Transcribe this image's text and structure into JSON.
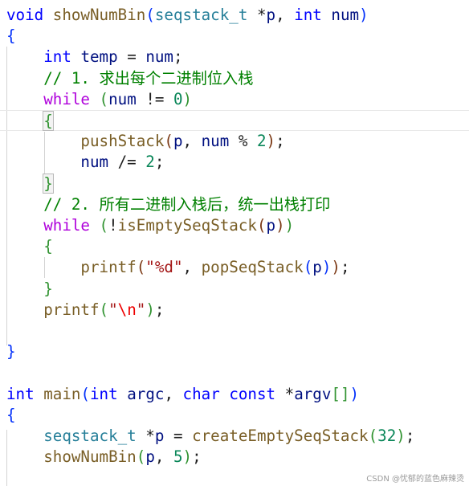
{
  "lines": [
    [
      {
        "c": "kw",
        "t": "void"
      },
      {
        "c": "",
        "t": " "
      },
      {
        "c": "fn",
        "t": "showNumBin"
      },
      {
        "c": "b1",
        "t": "("
      },
      {
        "c": "type",
        "t": "seqstack_t"
      },
      {
        "c": "",
        "t": " *"
      },
      {
        "c": "var",
        "t": "p"
      },
      {
        "c": "",
        "t": ", "
      },
      {
        "c": "kw",
        "t": "int"
      },
      {
        "c": "",
        "t": " "
      },
      {
        "c": "var",
        "t": "num"
      },
      {
        "c": "b1",
        "t": ")"
      }
    ],
    [
      {
        "c": "b1",
        "t": "{"
      }
    ],
    [
      {
        "c": "",
        "t": "    "
      },
      {
        "c": "kw",
        "t": "int"
      },
      {
        "c": "",
        "t": " "
      },
      {
        "c": "var",
        "t": "temp"
      },
      {
        "c": "",
        "t": " = "
      },
      {
        "c": "var",
        "t": "num"
      },
      {
        "c": "",
        "t": ";"
      }
    ],
    [
      {
        "c": "",
        "t": "    "
      },
      {
        "c": "cmt",
        "t": "// 1. 求出每个二进制位入栈"
      }
    ],
    [
      {
        "c": "",
        "t": "    "
      },
      {
        "c": "ctl",
        "t": "while"
      },
      {
        "c": "",
        "t": " "
      },
      {
        "c": "b2",
        "t": "("
      },
      {
        "c": "var",
        "t": "num"
      },
      {
        "c": "",
        "t": " != "
      },
      {
        "c": "num",
        "t": "0"
      },
      {
        "c": "b2",
        "t": ")"
      }
    ],
    [
      {
        "c": "",
        "t": "    "
      },
      {
        "c": "b2 bhl",
        "t": "{"
      }
    ],
    [
      {
        "c": "",
        "t": "        "
      },
      {
        "c": "fn",
        "t": "pushStack"
      },
      {
        "c": "b3",
        "t": "("
      },
      {
        "c": "var",
        "t": "p"
      },
      {
        "c": "",
        "t": ", "
      },
      {
        "c": "var",
        "t": "num"
      },
      {
        "c": "",
        "t": " % "
      },
      {
        "c": "num",
        "t": "2"
      },
      {
        "c": "b3",
        "t": ")"
      },
      {
        "c": "",
        "t": ";"
      }
    ],
    [
      {
        "c": "",
        "t": "        "
      },
      {
        "c": "var",
        "t": "num"
      },
      {
        "c": "",
        "t": " /= "
      },
      {
        "c": "num",
        "t": "2"
      },
      {
        "c": "",
        "t": ";"
      }
    ],
    [
      {
        "c": "",
        "t": "    "
      },
      {
        "c": "b2 bhl",
        "t": "}"
      }
    ],
    [
      {
        "c": "",
        "t": "    "
      },
      {
        "c": "cmt",
        "t": "// 2. 所有二进制入栈后，统一出栈打印"
      }
    ],
    [
      {
        "c": "",
        "t": "    "
      },
      {
        "c": "ctl",
        "t": "while"
      },
      {
        "c": "",
        "t": " "
      },
      {
        "c": "b2",
        "t": "("
      },
      {
        "c": "",
        "t": "!"
      },
      {
        "c": "fn",
        "t": "isEmptySeqStack"
      },
      {
        "c": "b3",
        "t": "("
      },
      {
        "c": "var",
        "t": "p"
      },
      {
        "c": "b3",
        "t": ")"
      },
      {
        "c": "b2",
        "t": ")"
      }
    ],
    [
      {
        "c": "",
        "t": "    "
      },
      {
        "c": "b2",
        "t": "{"
      }
    ],
    [
      {
        "c": "",
        "t": "        "
      },
      {
        "c": "fn",
        "t": "printf"
      },
      {
        "c": "b3",
        "t": "("
      },
      {
        "c": "str",
        "t": "\"%d\""
      },
      {
        "c": "",
        "t": ", "
      },
      {
        "c": "fn",
        "t": "popSeqStack"
      },
      {
        "c": "b1",
        "t": "("
      },
      {
        "c": "var",
        "t": "p"
      },
      {
        "c": "b1",
        "t": ")"
      },
      {
        "c": "b3",
        "t": ")"
      },
      {
        "c": "",
        "t": ";"
      }
    ],
    [
      {
        "c": "",
        "t": "    "
      },
      {
        "c": "b2",
        "t": "}"
      }
    ],
    [
      {
        "c": "",
        "t": "    "
      },
      {
        "c": "fn",
        "t": "printf"
      },
      {
        "c": "b2",
        "t": "("
      },
      {
        "c": "str",
        "t": "\""
      },
      {
        "c": "esc",
        "t": "\\n"
      },
      {
        "c": "str",
        "t": "\""
      },
      {
        "c": "b2",
        "t": ")"
      },
      {
        "c": "",
        "t": ";"
      }
    ],
    [],
    [
      {
        "c": "b1",
        "t": "}"
      }
    ],
    [],
    [
      {
        "c": "kw",
        "t": "int"
      },
      {
        "c": "",
        "t": " "
      },
      {
        "c": "fn",
        "t": "main"
      },
      {
        "c": "b1",
        "t": "("
      },
      {
        "c": "kw",
        "t": "int"
      },
      {
        "c": "",
        "t": " "
      },
      {
        "c": "var",
        "t": "argc"
      },
      {
        "c": "",
        "t": ", "
      },
      {
        "c": "kw",
        "t": "char"
      },
      {
        "c": "",
        "t": " "
      },
      {
        "c": "kw",
        "t": "const"
      },
      {
        "c": "",
        "t": " *"
      },
      {
        "c": "var",
        "t": "argv"
      },
      {
        "c": "b2",
        "t": "[]"
      },
      {
        "c": "b1",
        "t": ")"
      }
    ],
    [
      {
        "c": "b1",
        "t": "{"
      }
    ],
    [
      {
        "c": "",
        "t": "    "
      },
      {
        "c": "type",
        "t": "seqstack_t"
      },
      {
        "c": "",
        "t": " *"
      },
      {
        "c": "var",
        "t": "p"
      },
      {
        "c": "",
        "t": " = "
      },
      {
        "c": "fn",
        "t": "createEmptySeqStack"
      },
      {
        "c": "b2",
        "t": "("
      },
      {
        "c": "num",
        "t": "32"
      },
      {
        "c": "b2",
        "t": ")"
      },
      {
        "c": "",
        "t": ";"
      }
    ],
    [
      {
        "c": "",
        "t": "    "
      },
      {
        "c": "fn",
        "t": "showNumBin"
      },
      {
        "c": "b2",
        "t": "("
      },
      {
        "c": "var",
        "t": "p"
      },
      {
        "c": "",
        "t": ", "
      },
      {
        "c": "num",
        "t": "5"
      },
      {
        "c": "b2",
        "t": ")"
      },
      {
        "c": "",
        "t": ";"
      }
    ]
  ],
  "watermark": "CSDN @忧郁的蓝色麻辣烫"
}
